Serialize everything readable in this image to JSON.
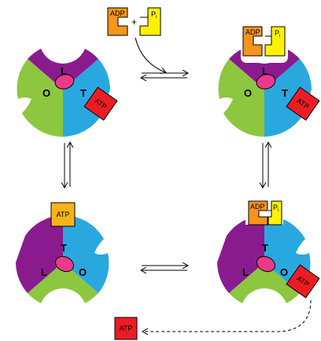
{
  "colors": {
    "purple": "#8a1b8f",
    "green": "#8dc63f",
    "blue": "#29a8e0",
    "pink": "#ec3a8a",
    "red": "#ec1c24",
    "orange": "#f7941d",
    "yellow": "#fff200",
    "gold": "#f7b418"
  },
  "reactants": {
    "adp": "ADP",
    "plus": "+",
    "pi_main": "P",
    "pi_sub": "i"
  },
  "states": {
    "top_left": {
      "L": "L",
      "O": "O",
      "T": "T",
      "atp": "ATP"
    },
    "top_right": {
      "L": "L",
      "O": "O",
      "T": "T",
      "adp": "ADP",
      "pi_main": "P",
      "pi_sub": "i",
      "atp": "ATP"
    },
    "bottom_left": {
      "L": "L",
      "O": "O",
      "T": "T",
      "atp": "ATP"
    },
    "bottom_right": {
      "L": "L",
      "O": "O",
      "T": "T",
      "adp": "ADP",
      "pi_main": "P",
      "pi_sub": "i",
      "atp": "ATP"
    }
  },
  "released": {
    "atp": "ATP"
  }
}
